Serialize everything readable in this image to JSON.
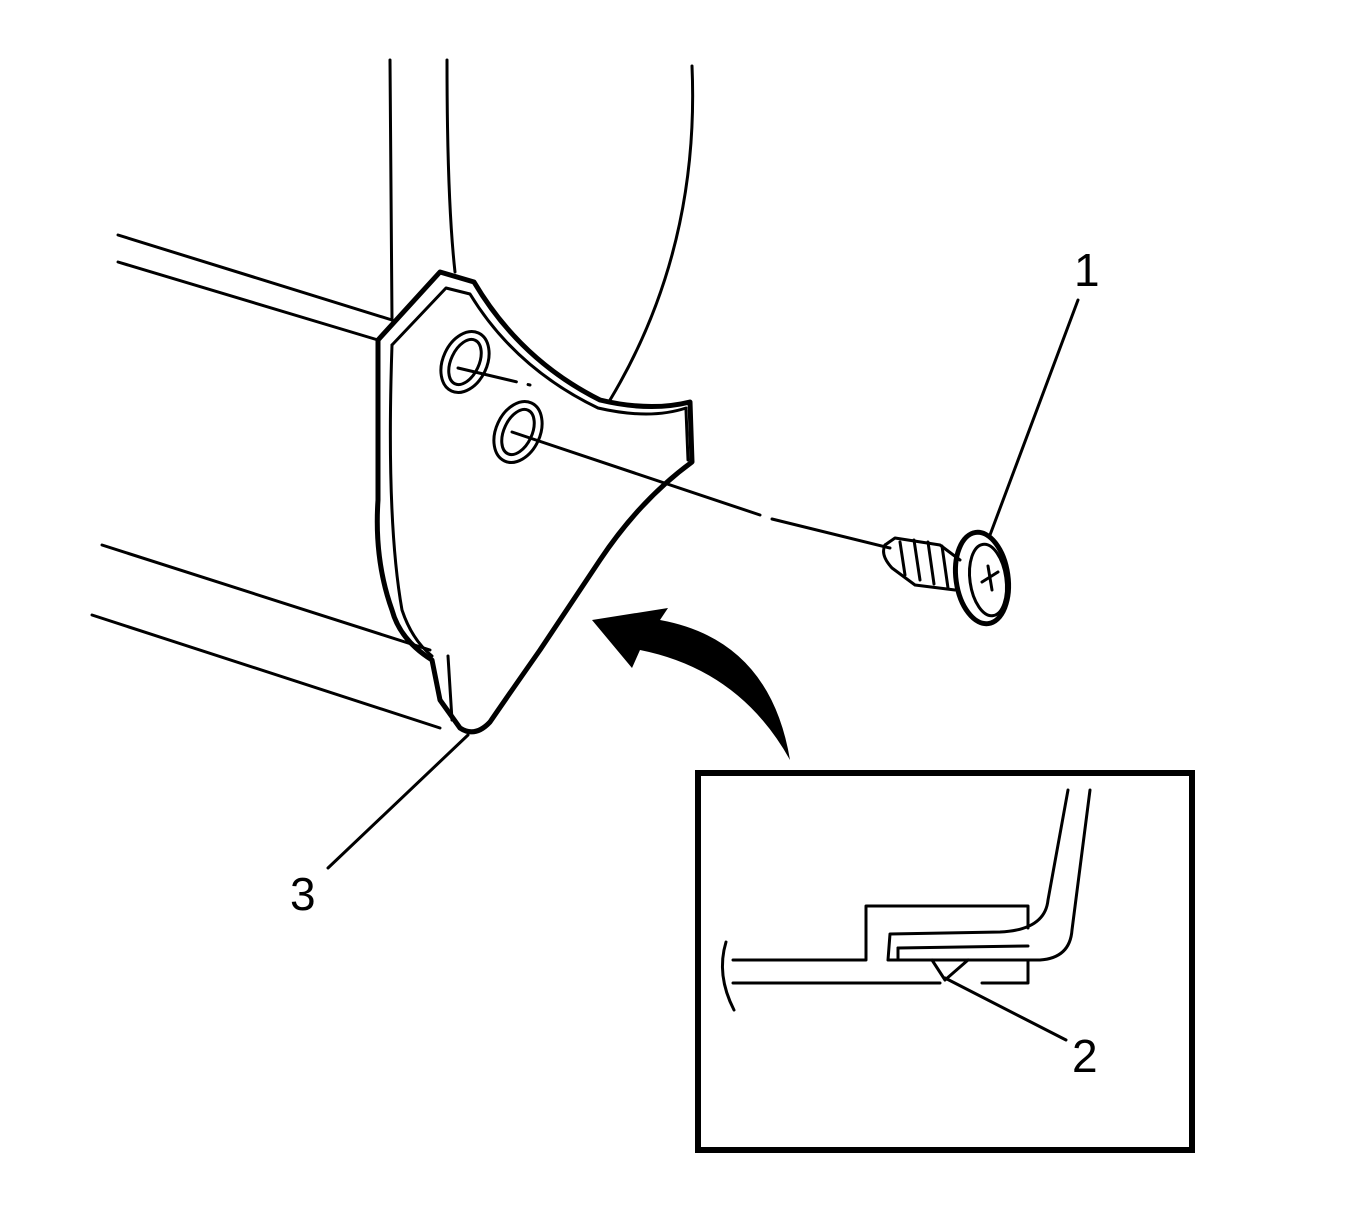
{
  "diagram": {
    "callouts": [
      {
        "id": "1",
        "label": "1"
      },
      {
        "id": "2",
        "label": "2"
      },
      {
        "id": "3",
        "label": "3"
      }
    ],
    "colors": {
      "line": "#000000",
      "background": "#ffffff",
      "arrow": "#000000"
    }
  }
}
